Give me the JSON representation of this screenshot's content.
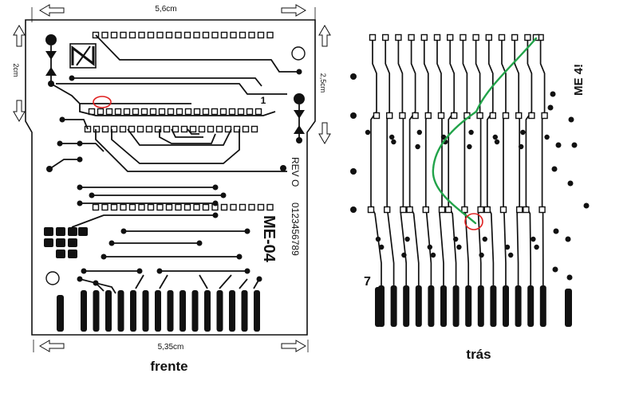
{
  "captions": {
    "front": "frente",
    "back": "trás"
  },
  "dimensions": {
    "top_width": "5,6cm",
    "bottom_width": "5,35cm",
    "left_height": "2cm",
    "right_height": "2,5cm"
  },
  "silkscreen": {
    "pin_one": "1",
    "revision": "REV O",
    "digits": "0123456789",
    "model": "ME-04",
    "back_mark": "ME 4!",
    "back_pin": "7"
  },
  "colors": {
    "ink": "#111111",
    "jumper_wire": "#22a34a",
    "highlight": "#e02020"
  },
  "icons": [
    "arrow-left-icon",
    "arrow-right-icon",
    "arrow-up-icon",
    "arrow-down-icon",
    "diode-icon",
    "logo-icon"
  ]
}
